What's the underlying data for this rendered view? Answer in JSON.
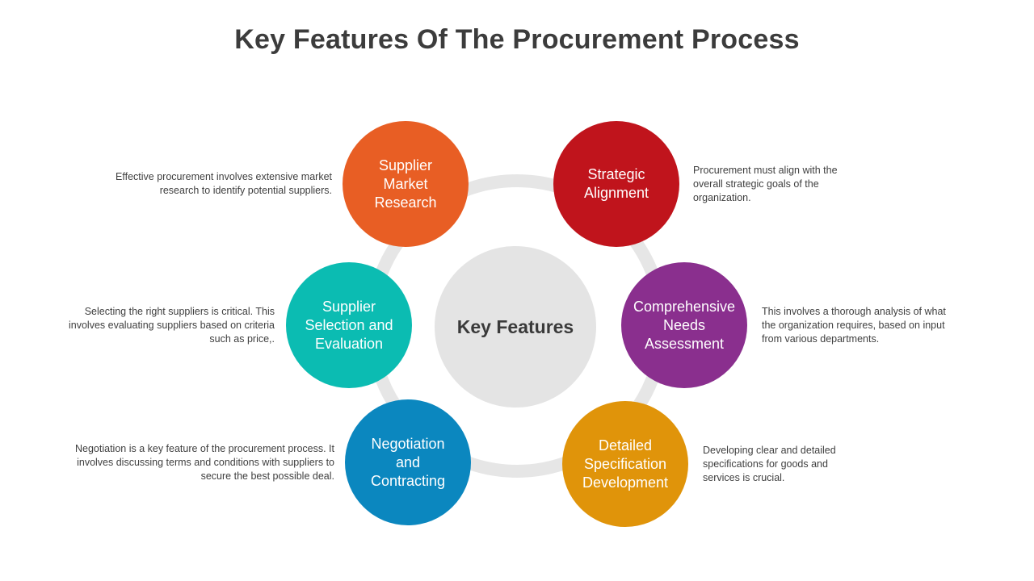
{
  "title": "Key Features Of The Procurement Process",
  "center": {
    "label": "Key Features"
  },
  "nodes": [
    {
      "label": "Supplier\nMarket\nResearch",
      "color": "#e85e24",
      "description": "Effective procurement involves extensive market research to identify potential suppliers."
    },
    {
      "label": "Strategic\nAlignment",
      "color": "#c0141c",
      "description": "Procurement must align with the overall strategic goals of the organization."
    },
    {
      "label": "Supplier\nSelection and\nEvaluation",
      "color": "#0bbcb2",
      "description": "Selecting the right suppliers is critical. This involves evaluating suppliers based on criteria such as price,."
    },
    {
      "label": "Comprehensive\nNeeds\nAssessment",
      "color": "#8a2f8e",
      "description": "This involves a thorough analysis of what the organization requires, based on input from various departments."
    },
    {
      "label": "Negotiation\nand\nContracting",
      "color": "#0b87bf",
      "description": "Negotiation is a key feature of the procurement process. It involves discussing terms and conditions with suppliers to secure the best possible deal."
    },
    {
      "label": "Detailed\nSpecification\nDevelopment",
      "color": "#e0940a",
      "description": "Developing clear and detailed specifications for goods and services is crucial."
    }
  ]
}
